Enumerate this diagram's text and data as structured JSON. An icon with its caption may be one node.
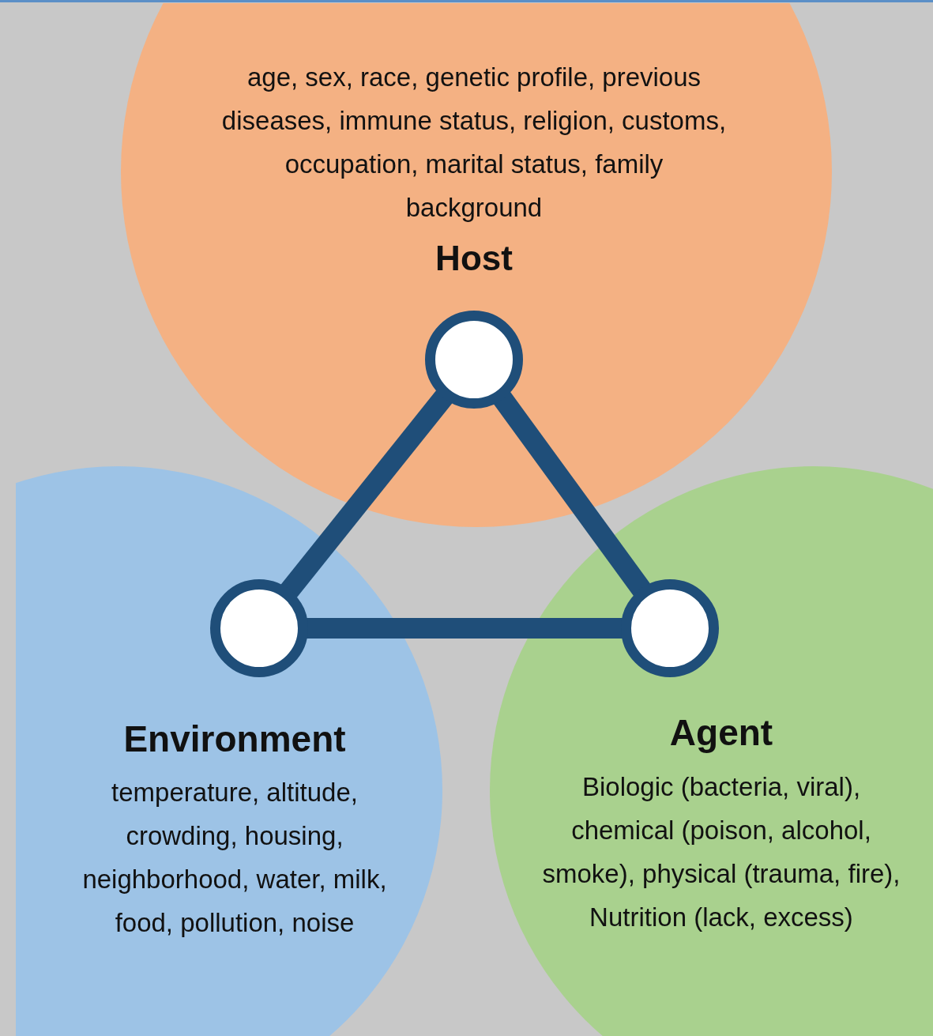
{
  "diagram": {
    "nodes": [
      {
        "text": [
          "age, sex, race, genetic profile, previous diseases, immune status, religion, customs, occupation, marital status, family background",
          "Host"
        ]
      },
      {
        "text": [],
        "shape": "circle",
        "in": 0
      },
      {
        "text": [
          "Environment",
          "temperature, altitude, crowding, housing, neighborhood, water, milk, food, pollution, noise"
        ]
      },
      {
        "text": [],
        "shape": "circle",
        "in": 2
      },
      {
        "text": [
          "Agent",
          "Biologic (bacteria, viral), chemical (poison, alcohol, smoke), physical (trauma, fire), Nutrition (lack, excess)"
        ]
      },
      {
        "text": [],
        "shape": "circle",
        "in": 4
      }
    ],
    "edges": [
      {
        "from": 1,
        "to": 3,
        "arrow": "none"
      },
      {
        "from": 3,
        "to": 5,
        "arrow": "none"
      },
      {
        "from": 5,
        "to": 1,
        "arrow": "none"
      }
    ]
  }
}
